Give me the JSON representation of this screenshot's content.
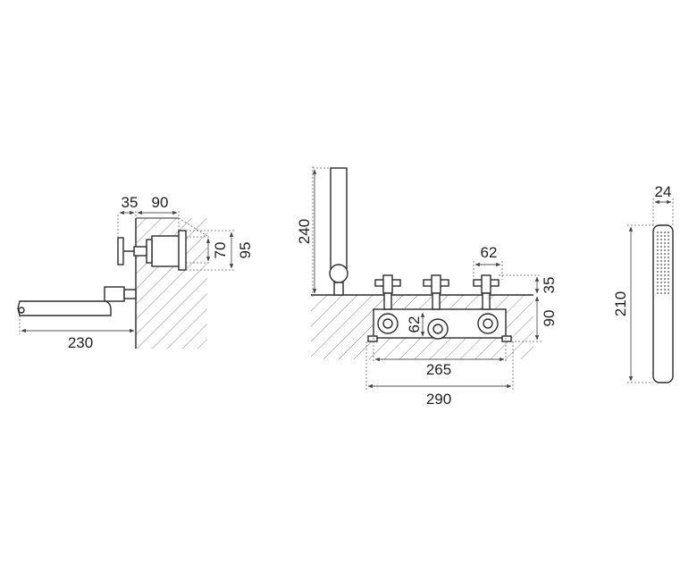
{
  "views": {
    "side": {
      "dims": {
        "spout_reach": "230",
        "offset": "35",
        "depth": "90",
        "flange_small": "70",
        "flange_large": "95"
      }
    },
    "front": {
      "dims": {
        "shower_height": "240",
        "handle_spacing": "62",
        "handle_rise": "35",
        "body_height": "90",
        "port_spacing": "62",
        "inner_width": "265",
        "overall_width": "290"
      }
    },
    "handshower": {
      "dims": {
        "width": "24",
        "length": "210"
      }
    }
  }
}
